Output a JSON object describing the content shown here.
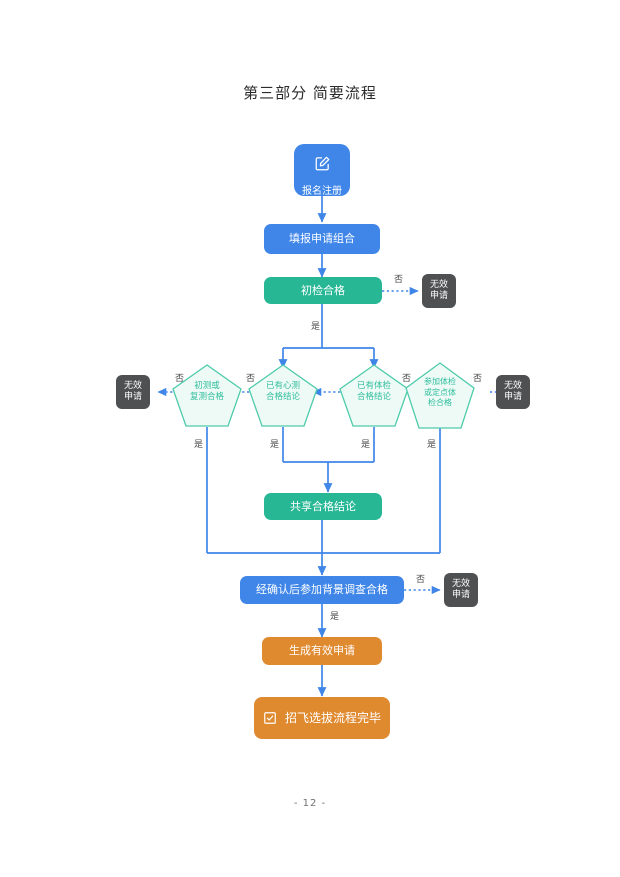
{
  "page": {
    "title": "第三部分 简要流程",
    "footer": "- 12 -"
  },
  "colors": {
    "blue": "#3f86e8",
    "teal": "#28b795",
    "gray": "#4f5052",
    "orange": "#e08a30",
    "pentagon_fill": "#eefaf6",
    "pentagon_stroke": "#4ecbaa",
    "pentagon_text": "#2ebd9c",
    "connector": "#3f86e8",
    "label_text": "#4a4a4a"
  },
  "flow": {
    "nodes": {
      "register": {
        "label": "报名注册",
        "icon": "edit-square-icon",
        "color": "blue"
      },
      "apply_combo": {
        "label": "填报申请组合",
        "color": "blue"
      },
      "initial_check": {
        "label": "初检合格",
        "color": "teal"
      },
      "invalid_1": {
        "label": "无效\n申请",
        "color": "gray"
      },
      "invalid_2": {
        "label": "无效\n申请",
        "color": "gray"
      },
      "invalid_3": {
        "label": "无效\n申请",
        "color": "gray"
      },
      "invalid_4": {
        "label": "无效\n申请",
        "color": "gray"
      },
      "penta_psych_test": {
        "label": "初测或\n复测合格"
      },
      "penta_psych_result": {
        "label": "已有心测\n合格结论"
      },
      "penta_med_result": {
        "label": "已有体检\n合格结论"
      },
      "penta_med_exam": {
        "label": "参加体检\n或定点体\n检合格"
      },
      "share_result": {
        "label": "共享合格结论",
        "color": "teal"
      },
      "background_check": {
        "label": "经确认后参加背景调查合格",
        "color": "blue"
      },
      "generate_app": {
        "label": "生成有效申请",
        "color": "orange"
      },
      "finish": {
        "label": "招飞选拔流程完毕",
        "icon": "checkbox-checked-icon",
        "color": "orange"
      }
    },
    "edge_labels": {
      "yes": "是",
      "no": "否"
    }
  }
}
